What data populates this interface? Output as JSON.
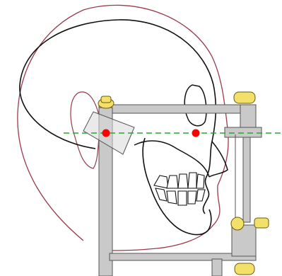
{
  "colors": {
    "background": "#ffffff",
    "skull_outline": "#111111",
    "soft_tissue_outline": "#9a3a4a",
    "frame_fill": "#c9c9c9",
    "frame_stroke": "#555555",
    "knob_fill": "#f2e06a",
    "knob_stroke": "#6b5a10",
    "ear_rod_fill": "#d9d9d9",
    "landmark_point": "#ff0000",
    "horizontal_plane_line": "#2aa82a"
  },
  "landmarks": [
    {
      "name": "porion"
    },
    {
      "name": "orbitale"
    }
  ],
  "reference_line": {
    "name": "frankfort-horizontal-plane",
    "style": "dashed"
  }
}
